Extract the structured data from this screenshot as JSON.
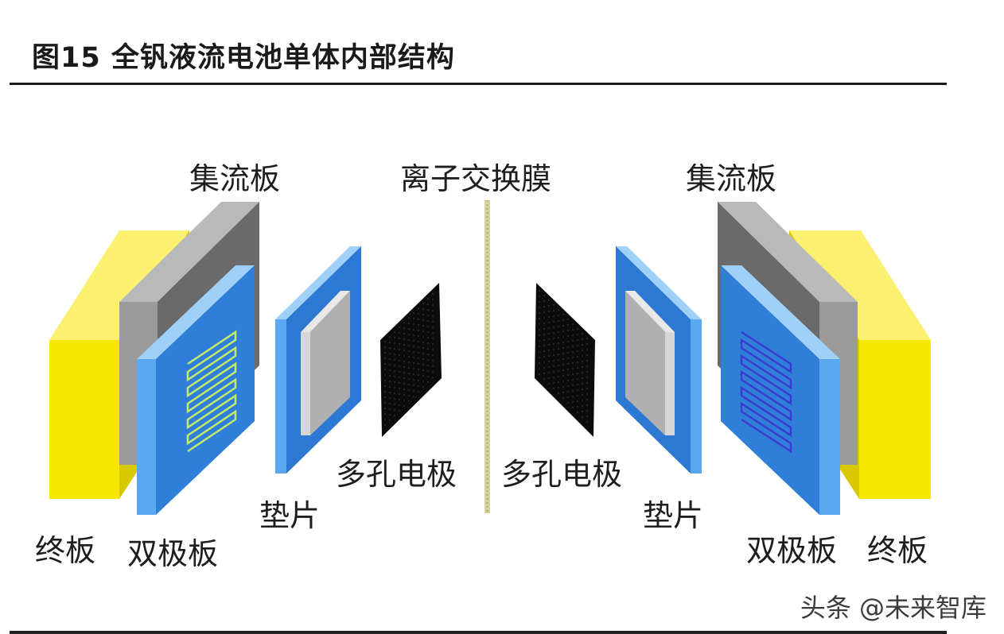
{
  "title": "图15 全钒液流电池单体内部结构",
  "labels": {
    "current_collector_left": "集流板",
    "membrane": "离子交换膜",
    "current_collector_right": "集流板",
    "porous_electrode_left": "多孔电极",
    "porous_electrode_right": "多孔电极",
    "gasket_left": "垫片",
    "gasket_right": "垫片",
    "end_plate_left": "终板",
    "bipolar_plate_left": "双极板",
    "bipolar_plate_right": "双极板",
    "end_plate_right": "终板"
  },
  "watermark": "头条 @未来智库",
  "colors": {
    "end_plate": "#f6e600",
    "collector": "#8e8e8e",
    "bipolar": "#2f7fd8",
    "bipolar_edge": "#9fd0f8",
    "gasket_frame": "#3a86e0",
    "gasket_inner": "#b0b0b0",
    "electrode": "#0c0c0c",
    "membrane": "#d6d29a",
    "flow_left": "#c6e86a",
    "flow_right": "#3a3ad0"
  }
}
